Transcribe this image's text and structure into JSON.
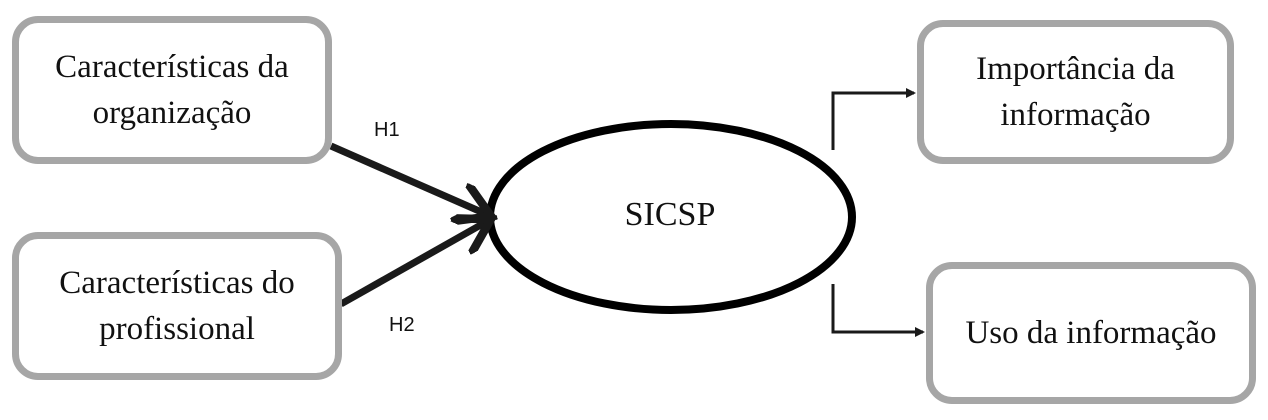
{
  "nodes": {
    "org": {
      "text": "Características da\norganização"
    },
    "prof": {
      "text": "Características do\nprofissional"
    },
    "center": {
      "text": "SICSP"
    },
    "imp": {
      "text": "Importância da\ninformação"
    },
    "uso": {
      "text": "Uso da informação"
    }
  },
  "edges": {
    "h1": {
      "label": "H1"
    },
    "h2": {
      "label": "H2"
    }
  },
  "colors": {
    "box_border": "#a6a6a6",
    "line": "#1a1a1a",
    "text": "#111111"
  }
}
